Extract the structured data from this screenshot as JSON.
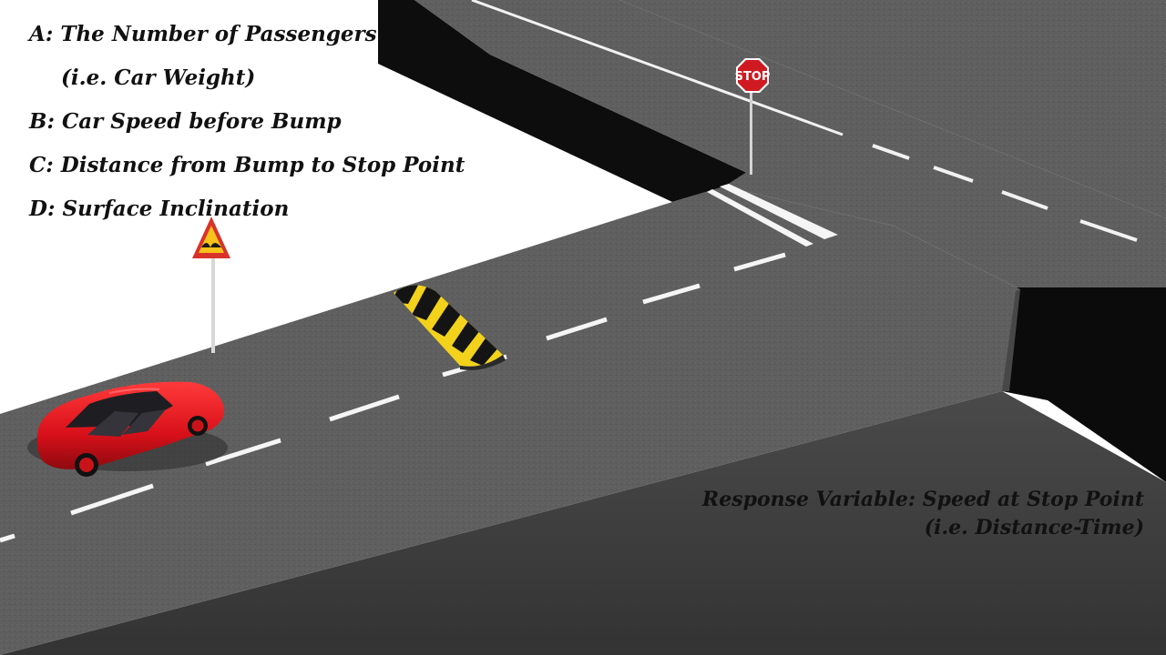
{
  "factors": {
    "a_line1": "A: The Number of Passengers",
    "a_line2": "(i.e. Car Weight)",
    "b": "B: Car Speed before Bump",
    "c": "C: Distance from Bump to Stop Point",
    "d": "D: Surface Inclination"
  },
  "response": {
    "line1": "Response Variable: Speed at Stop Point",
    "line2": "(i.e. Distance-Time)"
  },
  "stop_sign": {
    "text": "STOP",
    "color": "#d01a22"
  },
  "colors": {
    "asphalt": "#5e5e5e",
    "road_side": "#3e3e3e",
    "car": "#e0141b",
    "bump_yellow": "#f2d21b",
    "bump_black": "#151515"
  },
  "icons": {
    "warning_sign": "bump-warning-sign-icon",
    "stop_sign": "stop-sign-icon",
    "car": "red-car-icon",
    "speed_bump": "speed-bump-icon"
  }
}
